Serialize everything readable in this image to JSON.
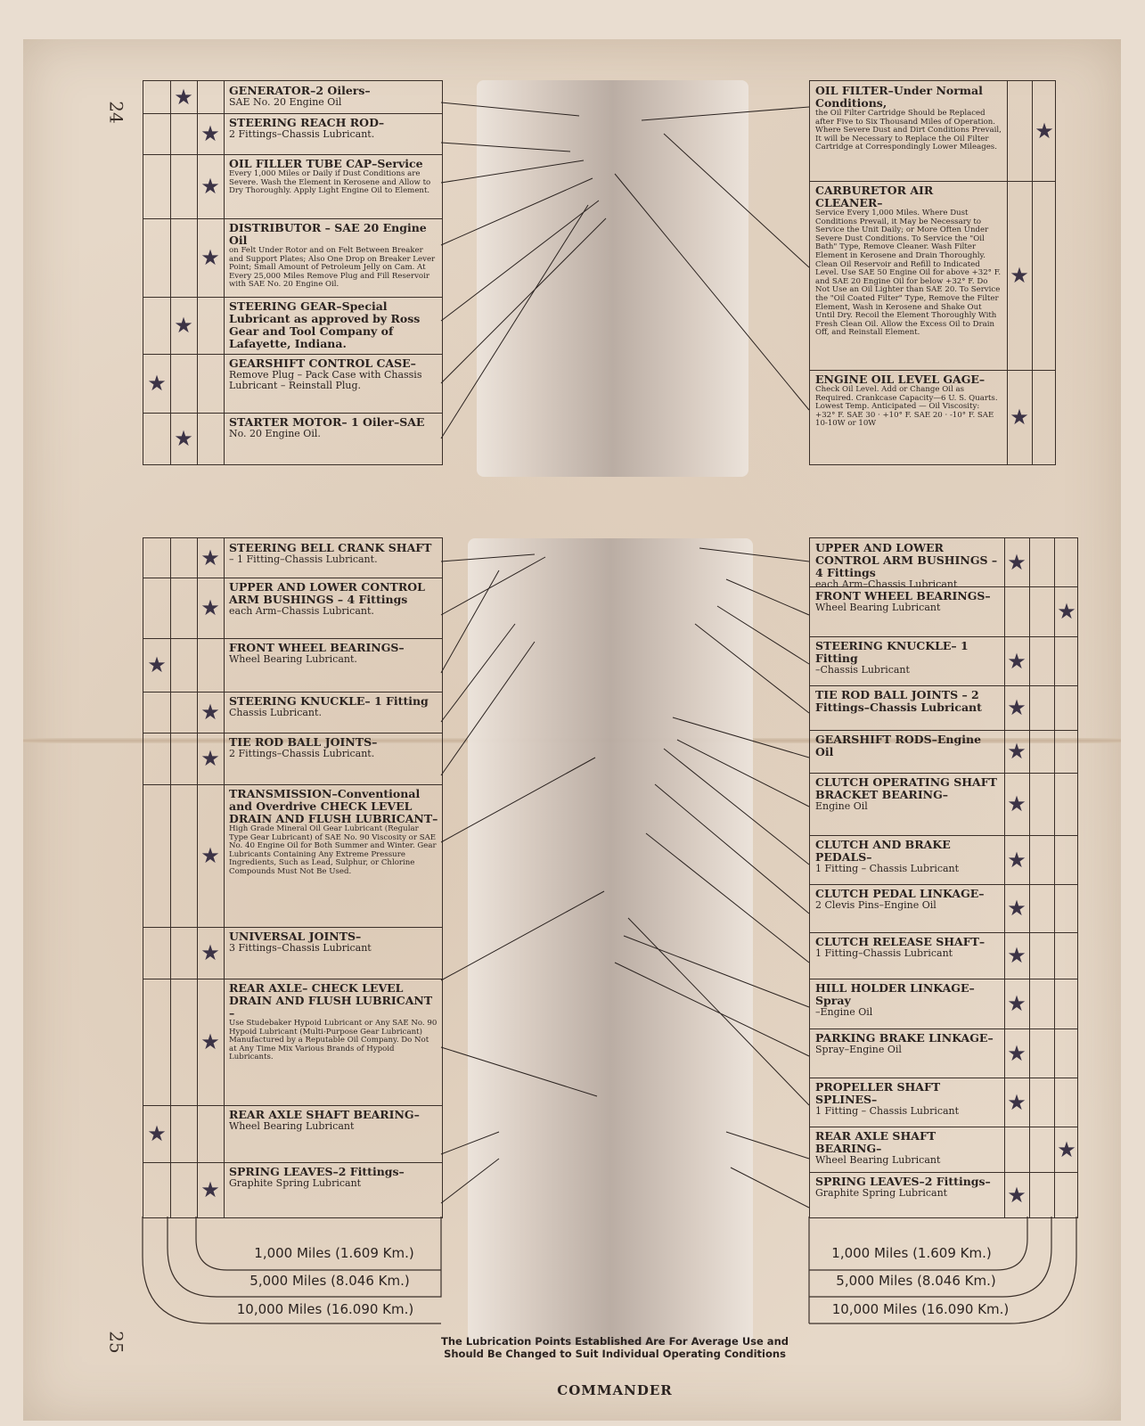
{
  "page_numbers": {
    "top": "24",
    "bottom": "25"
  },
  "top_left": [
    {
      "title": "GENERATOR–2 Oilers–",
      "desc": "SAE No. 20 Engine Oil",
      "sub": "",
      "star_col": 1
    },
    {
      "title": "STEERING REACH ROD–",
      "desc": "2 Fittings–Chassis Lubricant.",
      "sub": "",
      "star_col": 2
    },
    {
      "title": "OIL FILLER TUBE CAP–Service",
      "desc": "",
      "sub": "Every 1,000 Miles or Daily if Dust Conditions are Severe. Wash the Element in Kerosene and Allow to Dry Thoroughly. Apply Light Engine Oil to Element.",
      "star_col": 2
    },
    {
      "title": "DISTRIBUTOR – SAE 20 Engine Oil",
      "desc": "",
      "sub": "on Felt Under Rotor and on Felt Between Breaker and Support Plates; Also One Drop on Breaker Lever Point; Small Amount of Petroleum Jelly on Cam. At Every 25,000 Miles Remove Plug and Fill Reservoir with SAE No. 20 Engine Oil.",
      "star_col": 2
    },
    {
      "title": "STEERING GEAR–Special Lubricant as approved by Ross Gear and Tool Company of Lafayette, Indiana.",
      "desc": "",
      "sub": "",
      "star_col": 1
    },
    {
      "title": "GEARSHIFT CONTROL CASE–",
      "desc": "Remove Plug – Pack Case with Chassis Lubricant – Reinstall Plug.",
      "sub": "",
      "star_col": 0
    },
    {
      "title": "STARTER MOTOR– 1 Oiler–SAE",
      "desc": "No. 20 Engine Oil.",
      "sub": "",
      "star_col": 1
    }
  ],
  "top_right": [
    {
      "title": "OIL FILTER–Under Normal Conditions,",
      "desc": "",
      "sub": "the Oil Filter Cartridge Should be Replaced after Five to Six Thousand Miles of Operation. Where Severe Dust and Dirt Conditions Prevail, It will be Necessary to Replace the Oil Filter Cartridge at Correspondingly Lower Mileages.",
      "star_col": 1
    },
    {
      "title": "CARBURETOR AIR CLEANER–",
      "desc": "",
      "sub": "Service Every 1,000 Miles. Where Dust Conditions Prevail, it May be Necessary to Service the Unit Daily; or More Often Under Severe Dust Conditions. To Service the \"Oil Bath\" Type, Remove Cleaner. Wash Filter Element in Kerosene and Drain Thoroughly. Clean Oil Reservoir and Refill to Indicated Level. Use SAE 50 Engine Oil for above +32° F. and SAE 20 Engine Oil for below +32° F. Do Not Use an Oil Lighter than SAE 20. To Service the \"Oil Coated Filter\" Type, Remove the Filter Element, Wash in Kerosene and Shake Out Until Dry. Recoil the Element Thoroughly With Fresh Clean Oil. Allow the Excess Oil to Drain Off, and Reinstall Element.",
      "star_col": 0
    },
    {
      "title": "ENGINE OIL LEVEL GAGE–",
      "desc": "",
      "sub": "Check Oil Level. Add or Change Oil as Required. Crankcase Capacity—6 U. S. Quarts. Lowest Temp. Anticipated — Oil Viscosity: +32° F. SAE 30 · +10° F. SAE 20 · -10° F. SAE 10-10W or 10W",
      "star_col": 0
    }
  ],
  "bottom_left": [
    {
      "title": "STEERING BELL CRANK SHAFT",
      "desc": "– 1 Fitting–Chassis Lubricant.",
      "sub": "",
      "star_col": 2
    },
    {
      "title": "UPPER AND LOWER CONTROL ARM BUSHINGS – 4 Fittings",
      "desc": "each Arm–Chassis Lubricant.",
      "sub": "",
      "star_col": 2
    },
    {
      "title": "FRONT WHEEL BEARINGS–",
      "desc": "Wheel Bearing Lubricant.",
      "sub": "",
      "star_col": 0
    },
    {
      "title": "STEERING KNUCKLE– 1 Fitting",
      "desc": "Chassis Lubricant.",
      "sub": "",
      "star_col": 2
    },
    {
      "title": "TIE ROD BALL JOINTS–",
      "desc": "2 Fittings–Chassis Lubricant.",
      "sub": "",
      "star_col": 2
    },
    {
      "title": "TRANSMISSION–Conventional and Overdrive CHECK LEVEL DRAIN AND FLUSH LUBRICANT–",
      "desc": "",
      "sub": "High Grade Mineral Oil Gear Lubricant (Regular Type Gear Lubricant) of SAE No. 90 Viscosity or SAE No. 40 Engine Oil for Both Summer and Winter. Gear Lubricants Containing Any Extreme Pressure Ingredients, Such as Lead, Sulphur, or Chlorine Compounds Must Not Be Used.",
      "star_col": 2
    },
    {
      "title": "UNIVERSAL JOINTS–",
      "desc": "3 Fittings–Chassis Lubricant",
      "sub": "",
      "star_col": 2
    },
    {
      "title": "REAR AXLE– CHECK LEVEL DRAIN AND FLUSH LUBRICANT –",
      "desc": "",
      "sub": "Use Studebaker Hypoid Lubricant or Any SAE No. 90 Hypoid Lubricant (Multi-Purpose Gear Lubricant) Manufactured by a Reputable Oil Company. Do Not at Any Time Mix Various Brands of Hypoid Lubricants.",
      "star_col": 2
    },
    {
      "title": "REAR AXLE SHAFT BEARING–",
      "desc": "Wheel Bearing Lubricant",
      "sub": "",
      "star_col": 0
    },
    {
      "title": "SPRING LEAVES–2 Fittings–",
      "desc": "Graphite Spring Lubricant",
      "sub": "",
      "star_col": 2
    }
  ],
  "bottom_right": [
    {
      "title": "UPPER AND LOWER CONTROL ARM BUSHINGS – 4 Fittings",
      "desc": "each Arm–Chassis Lubricant",
      "sub": "",
      "star_col": 0
    },
    {
      "title": "FRONT WHEEL BEARINGS–",
      "desc": "Wheel Bearing Lubricant",
      "sub": "",
      "star_col": 2
    },
    {
      "title": "STEERING KNUCKLE– 1 Fitting",
      "desc": "–Chassis Lubricant",
      "sub": "",
      "star_col": 0
    },
    {
      "title": "TIE ROD BALL JOINTS – 2 Fittings–Chassis Lubricant",
      "desc": "",
      "sub": "",
      "star_col": 0
    },
    {
      "title": "GEARSHIFT RODS–Engine Oil",
      "desc": "",
      "sub": "",
      "star_col": 0
    },
    {
      "title": "CLUTCH OPERATING SHAFT BRACKET BEARING–",
      "desc": "Engine Oil",
      "sub": "",
      "star_col": 0
    },
    {
      "title": "CLUTCH AND BRAKE PEDALS–",
      "desc": "1 Fitting – Chassis Lubricant",
      "sub": "",
      "star_col": 0
    },
    {
      "title": "CLUTCH PEDAL LINKAGE–",
      "desc": "2 Clevis Pins–Engine Oil",
      "sub": "",
      "star_col": 0
    },
    {
      "title": "CLUTCH RELEASE SHAFT–",
      "desc": "1 Fitting–Chassis Lubricant",
      "sub": "",
      "star_col": 0
    },
    {
      "title": "HILL HOLDER LINKAGE–Spray",
      "desc": "–Engine Oil",
      "sub": "",
      "star_col": 0
    },
    {
      "title": "PARKING BRAKE LINKAGE–",
      "desc": "Spray–Engine Oil",
      "sub": "",
      "star_col": 0
    },
    {
      "title": "PROPELLER SHAFT SPLINES–",
      "desc": "1 Fitting – Chassis Lubricant",
      "sub": "",
      "star_col": 0
    },
    {
      "title": "REAR AXLE SHAFT BEARING–",
      "desc": "Wheel Bearing Lubricant",
      "sub": "",
      "star_col": 2
    },
    {
      "title": "SPRING LEAVES–2 Fittings–",
      "desc": "Graphite Spring Lubricant",
      "sub": "",
      "star_col": 0
    }
  ],
  "mileage": [
    "1,000 Miles (1.609 Km.)",
    "5,000 Miles (8.046 Km.)",
    "10,000 Miles (16.090 Km.)"
  ],
  "footer": {
    "line1": "The Lubrication Points Established Are For Average Use and",
    "line2": "Should Be Changed to Suit Individual Operating Conditions",
    "brand": "COMMANDER"
  },
  "star_glyph": "★"
}
